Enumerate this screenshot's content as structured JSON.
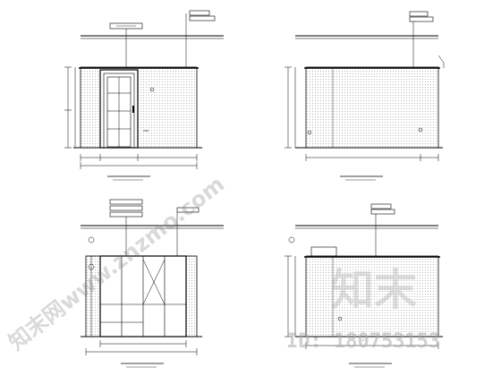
{
  "watermark": {
    "site_text": "知末网www.znzmo.com",
    "logo_text": "知末",
    "id_text": "ID: 180753153"
  }
}
